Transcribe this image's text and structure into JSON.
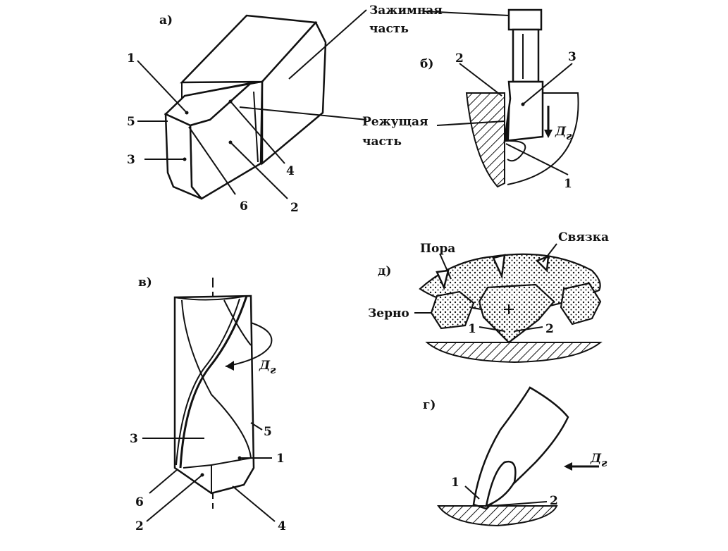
{
  "panels": {
    "a": {
      "letter": "а)",
      "labels": {
        "n1": "1",
        "n2": "2",
        "n3": "3",
        "n4": "4",
        "n5": "5",
        "n6": "6"
      }
    },
    "b": {
      "letter": "б)",
      "clamp_line1": "Зажимная",
      "clamp_line2": "часть",
      "cut_line1": "Режущая",
      "cut_line2": "часть",
      "labels": {
        "n1": "1",
        "n2": "2",
        "n3": "3"
      },
      "motion_main": "Д",
      "motion_sub": "г"
    },
    "v": {
      "letter": "в)",
      "labels": {
        "n1": "1",
        "n2": "2",
        "n3": "3",
        "n4": "4",
        "n5": "5",
        "n6": "6"
      },
      "motion_main": "Д",
      "motion_sub": "г"
    },
    "d": {
      "letter": "д)",
      "pore": "Пора",
      "bond": "Связка",
      "grain": "Зерно",
      "labels": {
        "n1": "1",
        "n2": "2"
      }
    },
    "g": {
      "letter": "г)",
      "labels": {
        "n1": "1",
        "n2": "2"
      },
      "motion_main": "Д",
      "motion_sub": "г"
    }
  }
}
